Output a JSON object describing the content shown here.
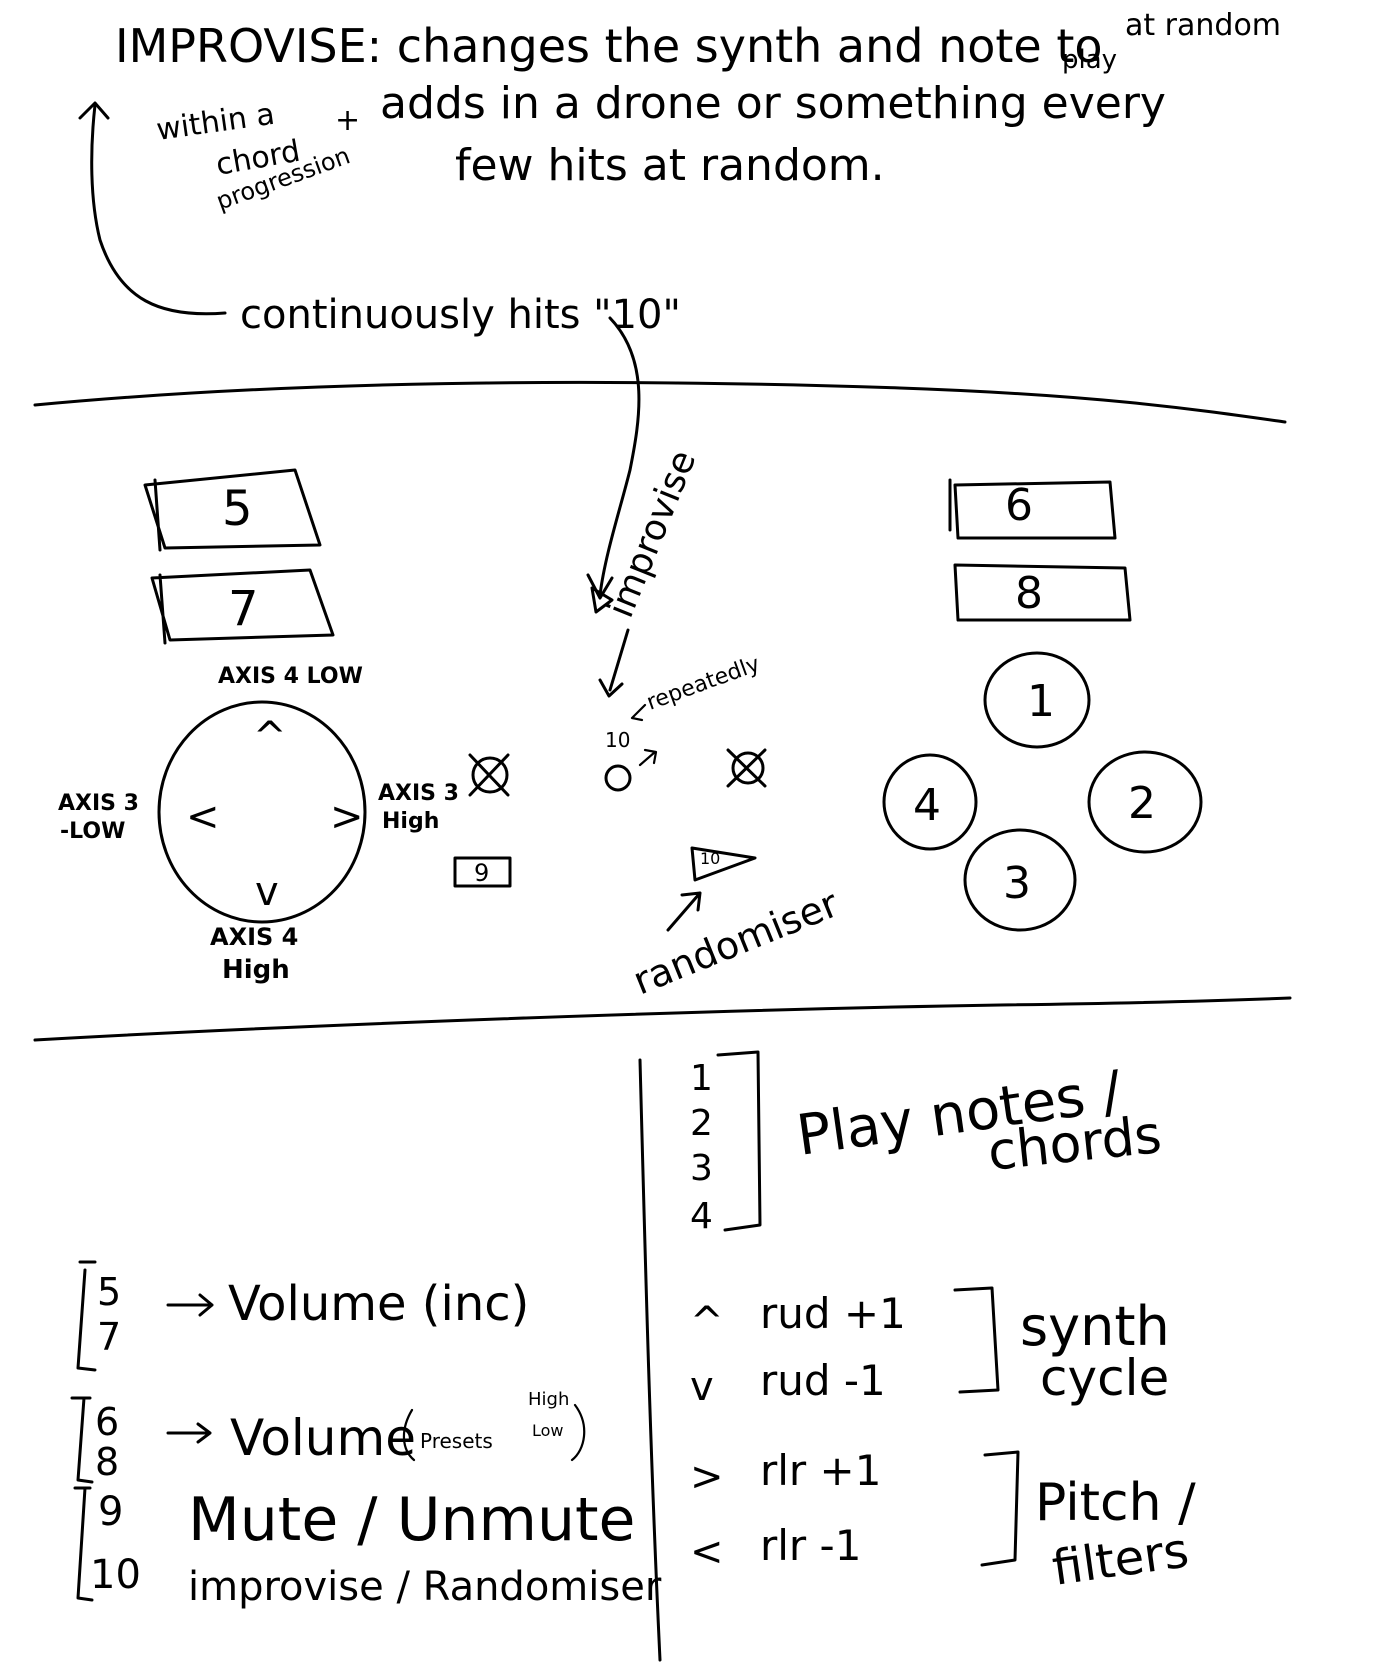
{
  "notes": {
    "improvise_line1": "IMPROVISE: changes the synth and note to",
    "improvise_play": "play",
    "improvise_random": "at random",
    "improvise_within": "within a",
    "improvise_chord": "chord",
    "improvise_progression": "progression",
    "improvise_plus": "+",
    "improvise_line2": "adds in a drone or something every",
    "improvise_line3": "few hits at random.",
    "continuously": "continuously hits \"10\""
  },
  "controller": {
    "button_5": "5",
    "button_7": "7",
    "button_6": "6",
    "button_8": "8",
    "axis4_low": "AXIS 4 LOW",
    "axis4_high_1": "AXIS 4",
    "axis4_high_2": "High",
    "axis3_low_1": "AXIS 3",
    "axis3_low_2": "-LOW",
    "axis3_high_1": "AXIS 3",
    "axis3_high_2": "High",
    "dpad_up": "^",
    "dpad_down": "v",
    "dpad_left": "<",
    "dpad_right": ">",
    "button_9": "9",
    "improvise": "improvise",
    "repeatedly": "repeatedly",
    "ten_small": "10",
    "ten_play": "10",
    "randomiser": "randomiser",
    "face_1": "1",
    "face_2": "2",
    "face_3": "3",
    "face_4": "4"
  },
  "legend_left": {
    "row1_keys": [
      "5",
      "7"
    ],
    "row1_label": "Volume (inc)",
    "row2_keys": [
      "6",
      "8"
    ],
    "row2_label": "Volume",
    "row2_presets": "Presets",
    "row2_high": "High",
    "row2_low": "Low",
    "row3_key": "9",
    "row3_label": "Mute / Unmute",
    "row4_key": "10",
    "row4_label": "improvise / Randomiser"
  },
  "legend_right": {
    "keys": [
      "1",
      "2",
      "3",
      "4"
    ],
    "play_label_1": "Play notes /",
    "play_label_2": "chords",
    "up_sym": "^",
    "up_label": "rud +1",
    "down_sym": "v",
    "down_label": "rud -1",
    "synth_label_1": "synth",
    "synth_label_2": "cycle",
    "right_sym": ">",
    "right_label": "rlr +1",
    "left_sym": "<",
    "left_label": "rlr -1",
    "pitch_label_1": "Pitch /",
    "pitch_label_2": "filters"
  }
}
